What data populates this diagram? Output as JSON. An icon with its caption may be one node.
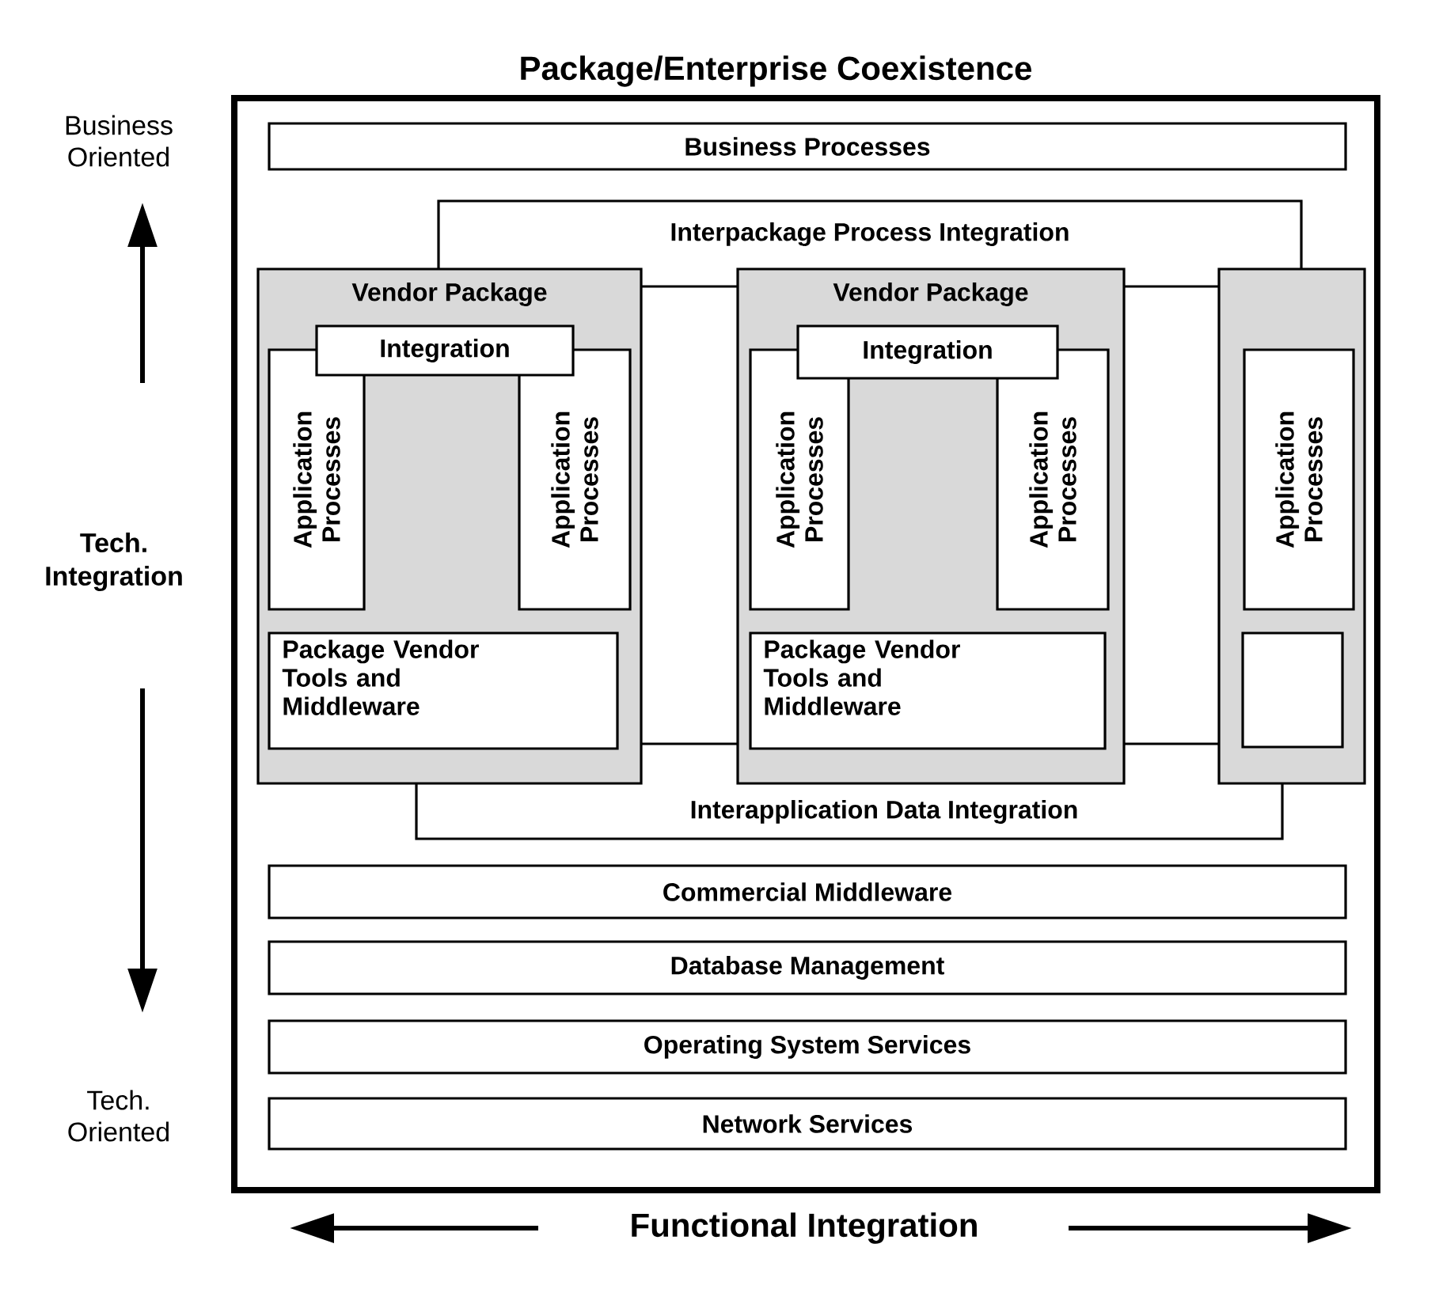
{
  "diagram": {
    "title": "Package/Enterprise Coexistence",
    "nodes": [
      {
        "text": [
          "Business Processes"
        ]
      },
      {
        "text": [
          "Interpackage Process Integration"
        ]
      },
      {
        "text": [
          "Vendor Package"
        ]
      },
      {
        "text": [
          "Integration"
        ],
        "in": 2
      },
      {
        "text": [
          "Application Processes"
        ],
        "in": 2
      },
      {
        "text": [
          "Application Processes"
        ],
        "in": 2
      },
      {
        "text": [
          "Package Vendor Tools and Middleware"
        ],
        "in": 2
      },
      {
        "text": [
          "Vendor Package"
        ]
      },
      {
        "text": [
          "Integration"
        ],
        "in": 7
      },
      {
        "text": [
          "Application Processes"
        ],
        "in": 7
      },
      {
        "text": [
          "Application Processes"
        ],
        "in": 7
      },
      {
        "text": [
          "Package Vendor Tools and Middleware"
        ],
        "in": 7
      },
      {
        "text": [],
        "shape": "box"
      },
      {
        "text": [
          "Application Processes"
        ],
        "in": 12
      },
      {
        "text": [],
        "shape": "box",
        "in": 12
      },
      {
        "text": [
          "Interapplication Data Integration"
        ]
      },
      {
        "text": [
          "Commercial Middleware"
        ]
      },
      {
        "text": [
          "Database Management"
        ]
      },
      {
        "text": [
          "Operating System Services"
        ]
      },
      {
        "text": [
          "Network Services"
        ]
      }
    ],
    "labels": [
      "Business Oriented",
      "Tech. Integration",
      "Tech. Oriented",
      "Functional Integration"
    ]
  }
}
